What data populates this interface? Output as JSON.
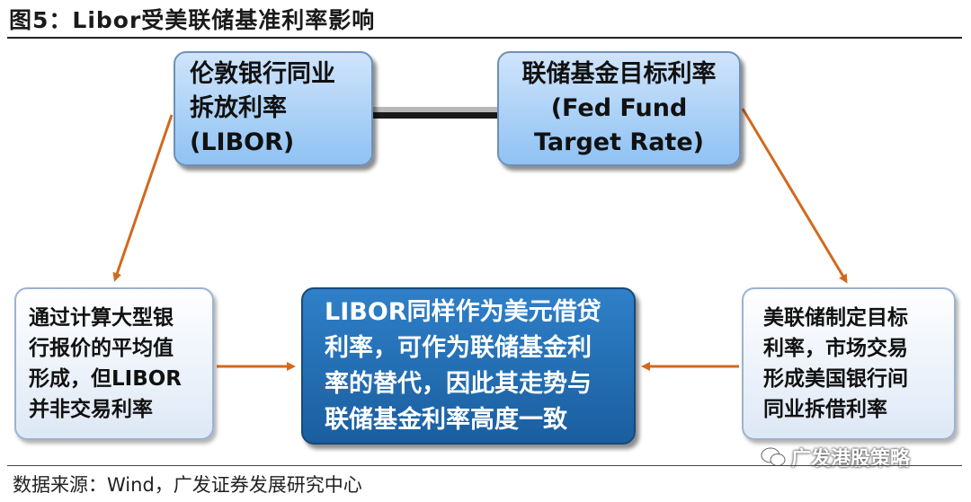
{
  "title": "图5：Libor受美联储基准利率影响",
  "boxes": {
    "libor": {
      "lines": [
        "伦敦银行同业",
        "拆放利率",
        "(LIBOR)"
      ]
    },
    "fed": {
      "lines": [
        "联储基金目标利率",
        "(Fed Fund",
        "Target Rate)"
      ]
    },
    "left": {
      "lines": [
        "通过计算大型银",
        "行报价的平均值",
        "形成，但LIBOR",
        "并非交易利率"
      ]
    },
    "center": {
      "lines": [
        "LIBOR同样作为美元借贷",
        "利率，可作为联储基金利",
        "率的替代，因此其走势与",
        "联储基金利率高度一致"
      ]
    },
    "right": {
      "lines": [
        "美联储制定目标",
        "利率，市场交易",
        "形成美国银行间",
        "同业拆借利率"
      ]
    }
  },
  "source": "数据来源：Wind，广发证券发展研究中心",
  "watermark": "广发港股策略",
  "colors": {
    "arrow": "#d2691e",
    "top_box": "#a9d1f7",
    "center_box": "#2373bb",
    "side_box": "#eaf1fb"
  }
}
